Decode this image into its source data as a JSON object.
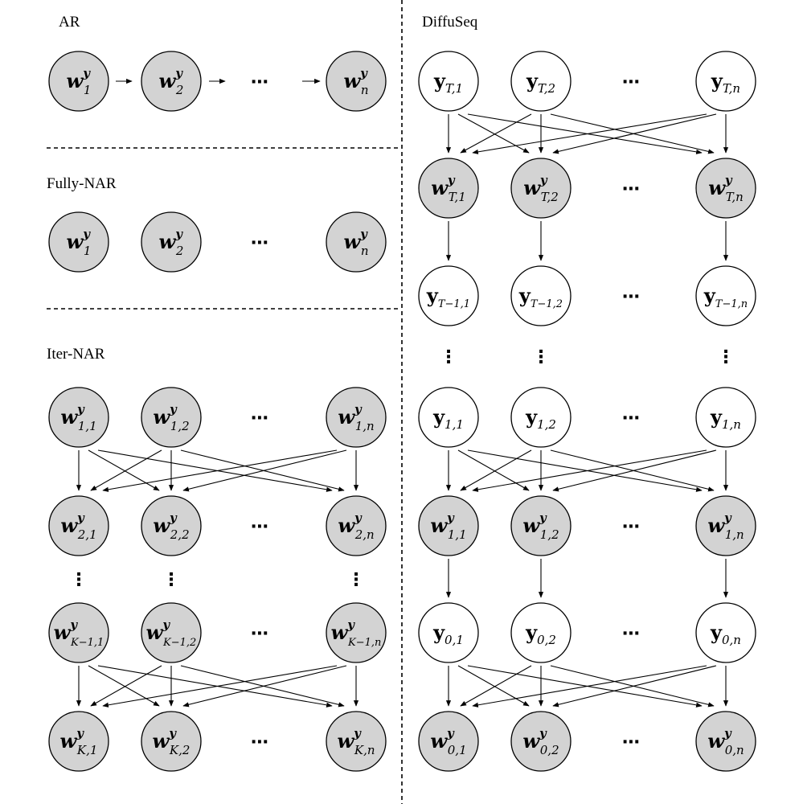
{
  "panels": {
    "ar": {
      "title": "AR"
    },
    "fully_nar": {
      "title": "Fully-NAR"
    },
    "iter_nar": {
      "title": "Iter-NAR"
    },
    "diffuseq": {
      "title": "DiffuSeq"
    }
  },
  "ellipsis": "⋯",
  "vertical_ellipsis": "⋮",
  "rows": {
    "ar": [
      {
        "base": "w",
        "sup": "y",
        "sub": "1"
      },
      {
        "base": "w",
        "sup": "y",
        "sub": "2"
      },
      {
        "base": "w",
        "sup": "y",
        "sub": "n"
      }
    ],
    "fully_nar": [
      {
        "base": "w",
        "sup": "y",
        "sub": "1"
      },
      {
        "base": "w",
        "sup": "y",
        "sub": "2"
      },
      {
        "base": "w",
        "sup": "y",
        "sub": "n"
      }
    ],
    "iter_1": [
      {
        "base": "w",
        "sup": "y",
        "sub": "1,1"
      },
      {
        "base": "w",
        "sup": "y",
        "sub": "1,2"
      },
      {
        "base": "w",
        "sup": "y",
        "sub": "1,n"
      }
    ],
    "iter_2": [
      {
        "base": "w",
        "sup": "y",
        "sub": "2,1"
      },
      {
        "base": "w",
        "sup": "y",
        "sub": "2,2"
      },
      {
        "base": "w",
        "sup": "y",
        "sub": "2,n"
      }
    ],
    "iter_k1": [
      {
        "base": "w",
        "sup": "y",
        "sub": "K−1,1"
      },
      {
        "base": "w",
        "sup": "y",
        "sub": "K−1,2"
      },
      {
        "base": "w",
        "sup": "y",
        "sub": "K−1,n"
      }
    ],
    "iter_k": [
      {
        "base": "w",
        "sup": "y",
        "sub": "K,1"
      },
      {
        "base": "w",
        "sup": "y",
        "sub": "K,2"
      },
      {
        "base": "w",
        "sup": "y",
        "sub": "K,n"
      }
    ],
    "diff_yT": [
      {
        "base": "y",
        "sup": "",
        "sub": "T,1"
      },
      {
        "base": "y",
        "sup": "",
        "sub": "T,2"
      },
      {
        "base": "y",
        "sup": "",
        "sub": "T,n"
      }
    ],
    "diff_wT": [
      {
        "base": "w",
        "sup": "y",
        "sub": "T,1"
      },
      {
        "base": "w",
        "sup": "y",
        "sub": "T,2"
      },
      {
        "base": "w",
        "sup": "y",
        "sub": "T,n"
      }
    ],
    "diff_yT1": [
      {
        "base": "y",
        "sup": "",
        "sub": "T−1,1"
      },
      {
        "base": "y",
        "sup": "",
        "sub": "T−1,2"
      },
      {
        "base": "y",
        "sup": "",
        "sub": "T−1,n"
      }
    ],
    "diff_y1": [
      {
        "base": "y",
        "sup": "",
        "sub": "1,1"
      },
      {
        "base": "y",
        "sup": "",
        "sub": "1,2"
      },
      {
        "base": "y",
        "sup": "",
        "sub": "1,n"
      }
    ],
    "diff_w1": [
      {
        "base": "w",
        "sup": "y",
        "sub": "1,1"
      },
      {
        "base": "w",
        "sup": "y",
        "sub": "1,2"
      },
      {
        "base": "w",
        "sup": "y",
        "sub": "1,n"
      }
    ],
    "diff_y0": [
      {
        "base": "y",
        "sup": "",
        "sub": "0,1"
      },
      {
        "base": "y",
        "sup": "",
        "sub": "0,2"
      },
      {
        "base": "y",
        "sup": "",
        "sub": "0,n"
      }
    ],
    "diff_w0": [
      {
        "base": "w",
        "sup": "y",
        "sub": "0,1"
      },
      {
        "base": "w",
        "sup": "y",
        "sub": "0,2"
      },
      {
        "base": "w",
        "sup": "y",
        "sub": "0,n"
      }
    ]
  },
  "colors": {
    "filled_node": "#d3d3d3",
    "open_node": "#ffffff",
    "line": "#000000"
  }
}
